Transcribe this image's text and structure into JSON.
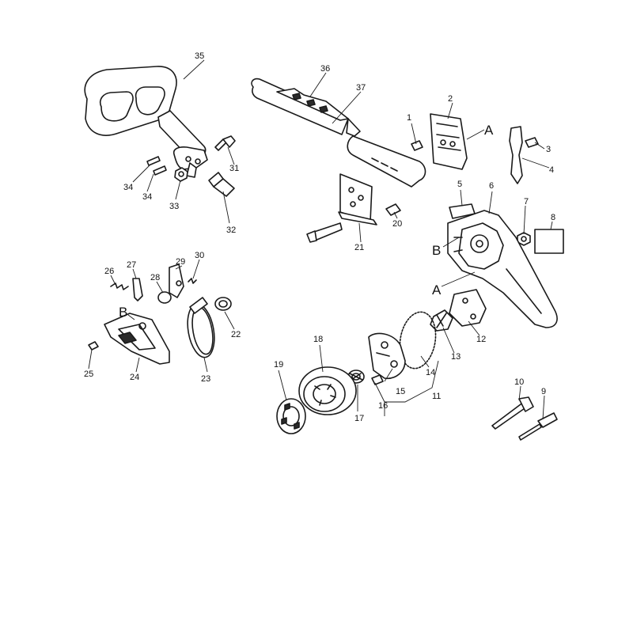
{
  "diagram": {
    "callouts": {
      "c1": "1",
      "c2": "2",
      "c3": "3",
      "c4": "4",
      "c5": "5",
      "c6": "6",
      "c7": "7",
      "c8": "8",
      "c9": "9",
      "c10": "10",
      "c11": "11",
      "c12": "12",
      "c13": "13",
      "c14": "14",
      "c15": "15",
      "c16": "16",
      "c17": "17",
      "c18": "18",
      "c19": "19",
      "c20": "20",
      "c21": "21",
      "c22": "22",
      "c23": "23",
      "c24": "24",
      "c25": "25",
      "c26": "26",
      "c27": "27",
      "c28": "28",
      "c29": "29",
      "c30": "30",
      "c31": "31",
      "c32": "32",
      "c33": "33",
      "c34a": "34",
      "c34b": "34",
      "c35": "35",
      "c36": "36",
      "c37": "37"
    },
    "references": {
      "a1": "A",
      "a2": "A",
      "b1": "B",
      "b2": "B"
    }
  }
}
